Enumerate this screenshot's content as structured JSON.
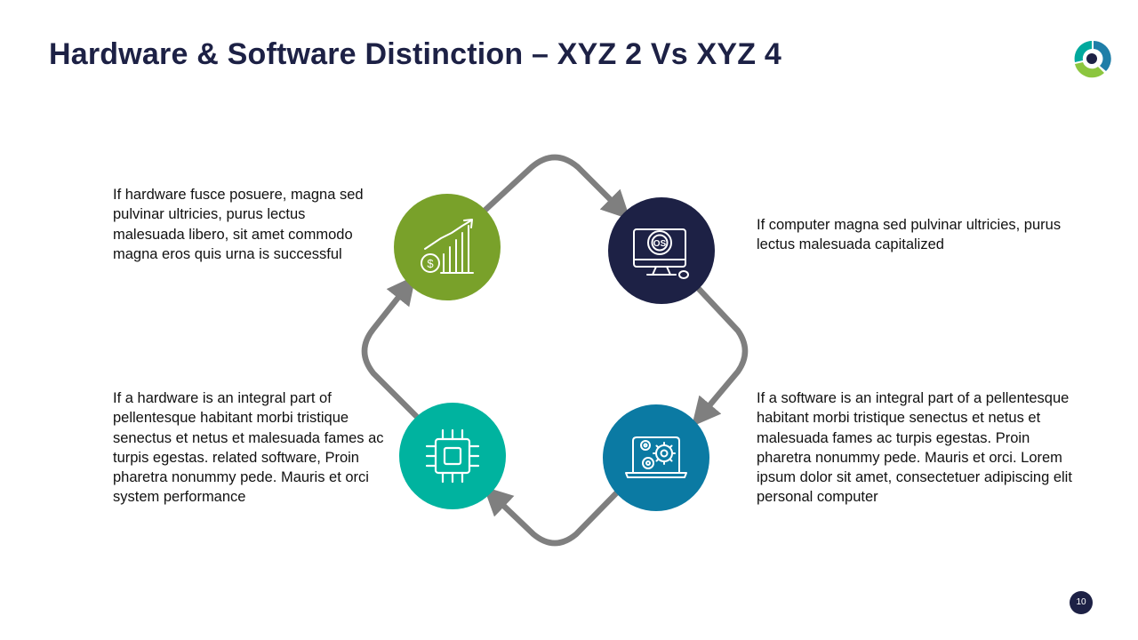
{
  "slide": {
    "title": "Hardware & Software Distinction – XYZ 2 Vs XYZ 4",
    "page_number": "10"
  },
  "colors": {
    "title": "#1d2145",
    "green": "#79a12a",
    "navy": "#1d2145",
    "teal": "#00b39f",
    "blue": "#0b7aa3",
    "arrow": "#7f7f7f"
  },
  "nodes": [
    {
      "id": "top-left",
      "icon": "growth-chart-icon",
      "color": "#79a12a",
      "text": "If hardware fusce posuere, magna sed pulvinar ultricies, purus lectus malesuada libero, sit amet commodo magna eros quis urna is successful"
    },
    {
      "id": "top-right",
      "icon": "os-monitor-icon",
      "color": "#1d2145",
      "text": "If computer magna sed pulvinar ultricies, purus lectus malesuada capitalized"
    },
    {
      "id": "bottom-right",
      "icon": "laptop-gears-icon",
      "color": "#0b7aa3",
      "text": "If a software is an integral part of a pellentesque habitant morbi tristique senectus et netus et malesuada fames ac turpis egestas. Proin pharetra nonummy pede. Mauris et orci. Lorem ipsum dolor sit amet, consectetuer adipiscing elit personal computer"
    },
    {
      "id": "bottom-left",
      "icon": "cpu-chip-icon",
      "color": "#00b39f",
      "text": "If a hardware is an integral part of pellentesque habitant morbi tristique senectus et netus et malesuada fames ac turpis egestas. related software, Proin pharetra nonummy pede. Mauris et orci system performance"
    }
  ]
}
